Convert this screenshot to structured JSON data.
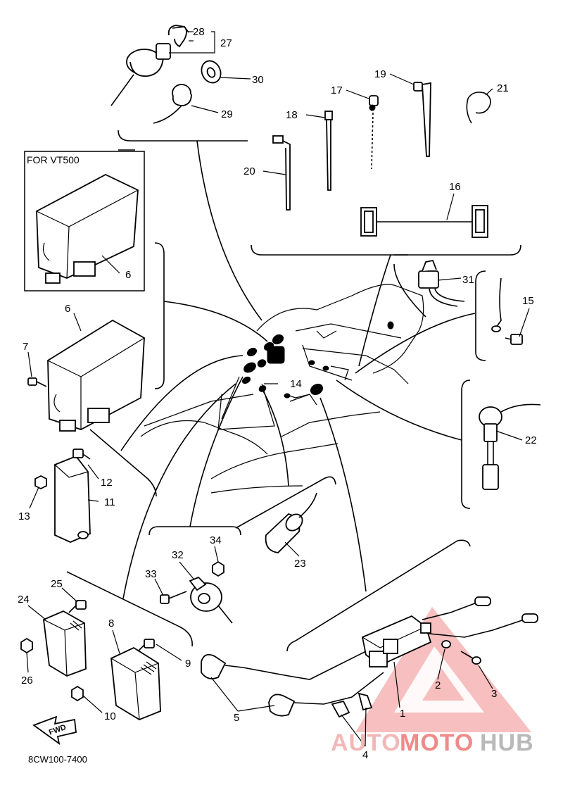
{
  "diagram": {
    "section_title": "FOR VT500",
    "diagram_code": "8CW100-7400",
    "fwd_label": "FWD",
    "watermark": {
      "left": "AUTO",
      "middle": "MOTO",
      "right": "HUB",
      "colors": {
        "light": "#f2b8b8",
        "accent": "#ef8a8a",
        "grey": "#b9b9b9"
      }
    },
    "parts": [
      {
        "ref": "1",
        "label": "1"
      },
      {
        "ref": "2",
        "label": "2"
      },
      {
        "ref": "3",
        "label": "3"
      },
      {
        "ref": "4",
        "label": "4"
      },
      {
        "ref": "5",
        "label": "5"
      },
      {
        "ref": "6",
        "label": "6"
      },
      {
        "ref": "6b",
        "label": "6"
      },
      {
        "ref": "7",
        "label": "7"
      },
      {
        "ref": "8",
        "label": "8"
      },
      {
        "ref": "9",
        "label": "9"
      },
      {
        "ref": "10",
        "label": "10"
      },
      {
        "ref": "11",
        "label": "11"
      },
      {
        "ref": "12",
        "label": "12"
      },
      {
        "ref": "13",
        "label": "13"
      },
      {
        "ref": "14",
        "label": "14"
      },
      {
        "ref": "15",
        "label": "15"
      },
      {
        "ref": "16",
        "label": "16"
      },
      {
        "ref": "17",
        "label": "17"
      },
      {
        "ref": "18",
        "label": "18"
      },
      {
        "ref": "19",
        "label": "19"
      },
      {
        "ref": "20",
        "label": "20"
      },
      {
        "ref": "21",
        "label": "21"
      },
      {
        "ref": "22",
        "label": "22"
      },
      {
        "ref": "23",
        "label": "23"
      },
      {
        "ref": "24",
        "label": "24"
      },
      {
        "ref": "25",
        "label": "25"
      },
      {
        "ref": "26",
        "label": "26"
      },
      {
        "ref": "27",
        "label": "27"
      },
      {
        "ref": "28",
        "label": "28"
      },
      {
        "ref": "29",
        "label": "29"
      },
      {
        "ref": "30",
        "label": "30"
      },
      {
        "ref": "31",
        "label": "31"
      },
      {
        "ref": "32",
        "label": "32"
      },
      {
        "ref": "33",
        "label": "33"
      },
      {
        "ref": "34",
        "label": "34"
      }
    ]
  }
}
